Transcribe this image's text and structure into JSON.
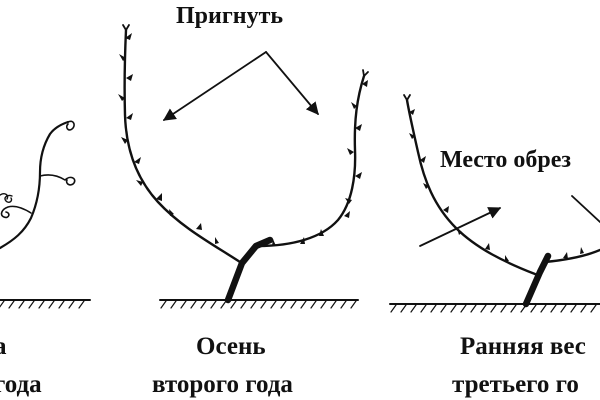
{
  "annotations": {
    "bend": "Пригнуть",
    "cut_place": "Место обрез"
  },
  "captions": [
    {
      "line1": "а",
      "line2": "года"
    },
    {
      "line1": "Осень",
      "line2": "второго года"
    },
    {
      "line1": "Ранняя вес",
      "line2": "третьего го"
    }
  ],
  "colors": {
    "ink": "#111111",
    "background": "#ffffff"
  }
}
